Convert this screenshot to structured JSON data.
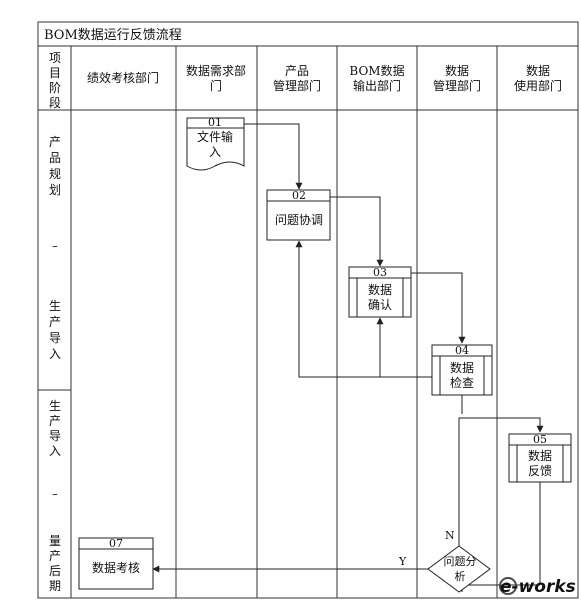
{
  "title": "BOM数据运行反馈流程",
  "stage_header": "项目阶段",
  "columns": [
    {
      "label_lines": [
        "绩效考核部门"
      ]
    },
    {
      "label_lines": [
        "数据需求部",
        "门"
      ]
    },
    {
      "label_lines": [
        "产品",
        "管理部门"
      ]
    },
    {
      "label_lines": [
        "BOM数据",
        "输出部门"
      ]
    },
    {
      "label_lines": [
        "数据",
        "管理部门"
      ]
    },
    {
      "label_lines": [
        "数据",
        "使用部门"
      ]
    }
  ],
  "stages": [
    {
      "text": "产品规划–生产导入"
    },
    {
      "text": "生产导入–量产后期"
    }
  ],
  "nodes": [
    {
      "id": "01",
      "label_lines": [
        "文件输",
        "入"
      ]
    },
    {
      "id": "02",
      "label_lines": [
        "问题协调"
      ]
    },
    {
      "id": "03",
      "label_lines": [
        "数据",
        "确认"
      ]
    },
    {
      "id": "04",
      "label_lines": [
        "数据",
        "检查"
      ]
    },
    {
      "id": "05",
      "label_lines": [
        "数据",
        "反馈"
      ]
    },
    {
      "id": "06",
      "label_lines": [
        "问题分",
        "析"
      ]
    },
    {
      "id": "07",
      "label_lines": [
        "数据考核"
      ]
    }
  ],
  "decision_labels": {
    "yes": "Y",
    "no": "N"
  },
  "watermark": "e-works",
  "colors": {
    "line": "#222222",
    "border": "#333333",
    "header_bg": "#ffffff",
    "watermark": "#4a4a4a"
  }
}
